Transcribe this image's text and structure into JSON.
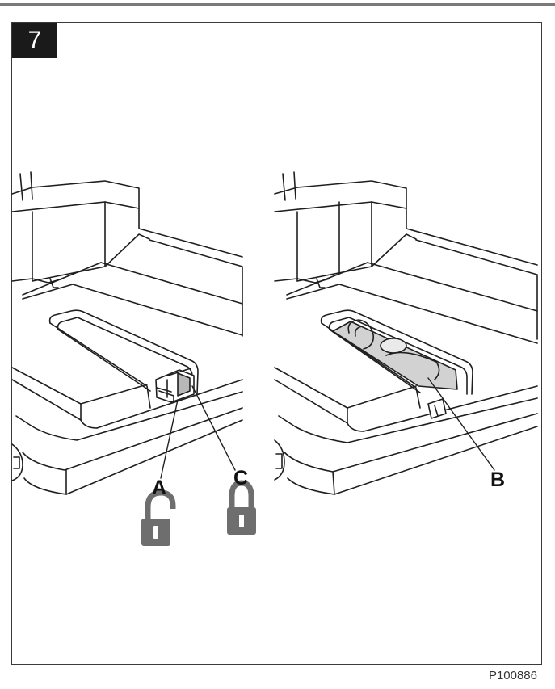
{
  "figure": {
    "step_number": "7",
    "reference_code": "P100886",
    "callouts": {
      "a": "A",
      "b": "B",
      "c": "C"
    },
    "icons": {
      "unlocked": "lock-open-icon",
      "locked": "lock-closed-icon"
    },
    "colors": {
      "line": "#1f1f1f",
      "lock": "#6e6e6e",
      "badge": "#1a1a1a",
      "cavity": "#d2d2d2"
    }
  }
}
